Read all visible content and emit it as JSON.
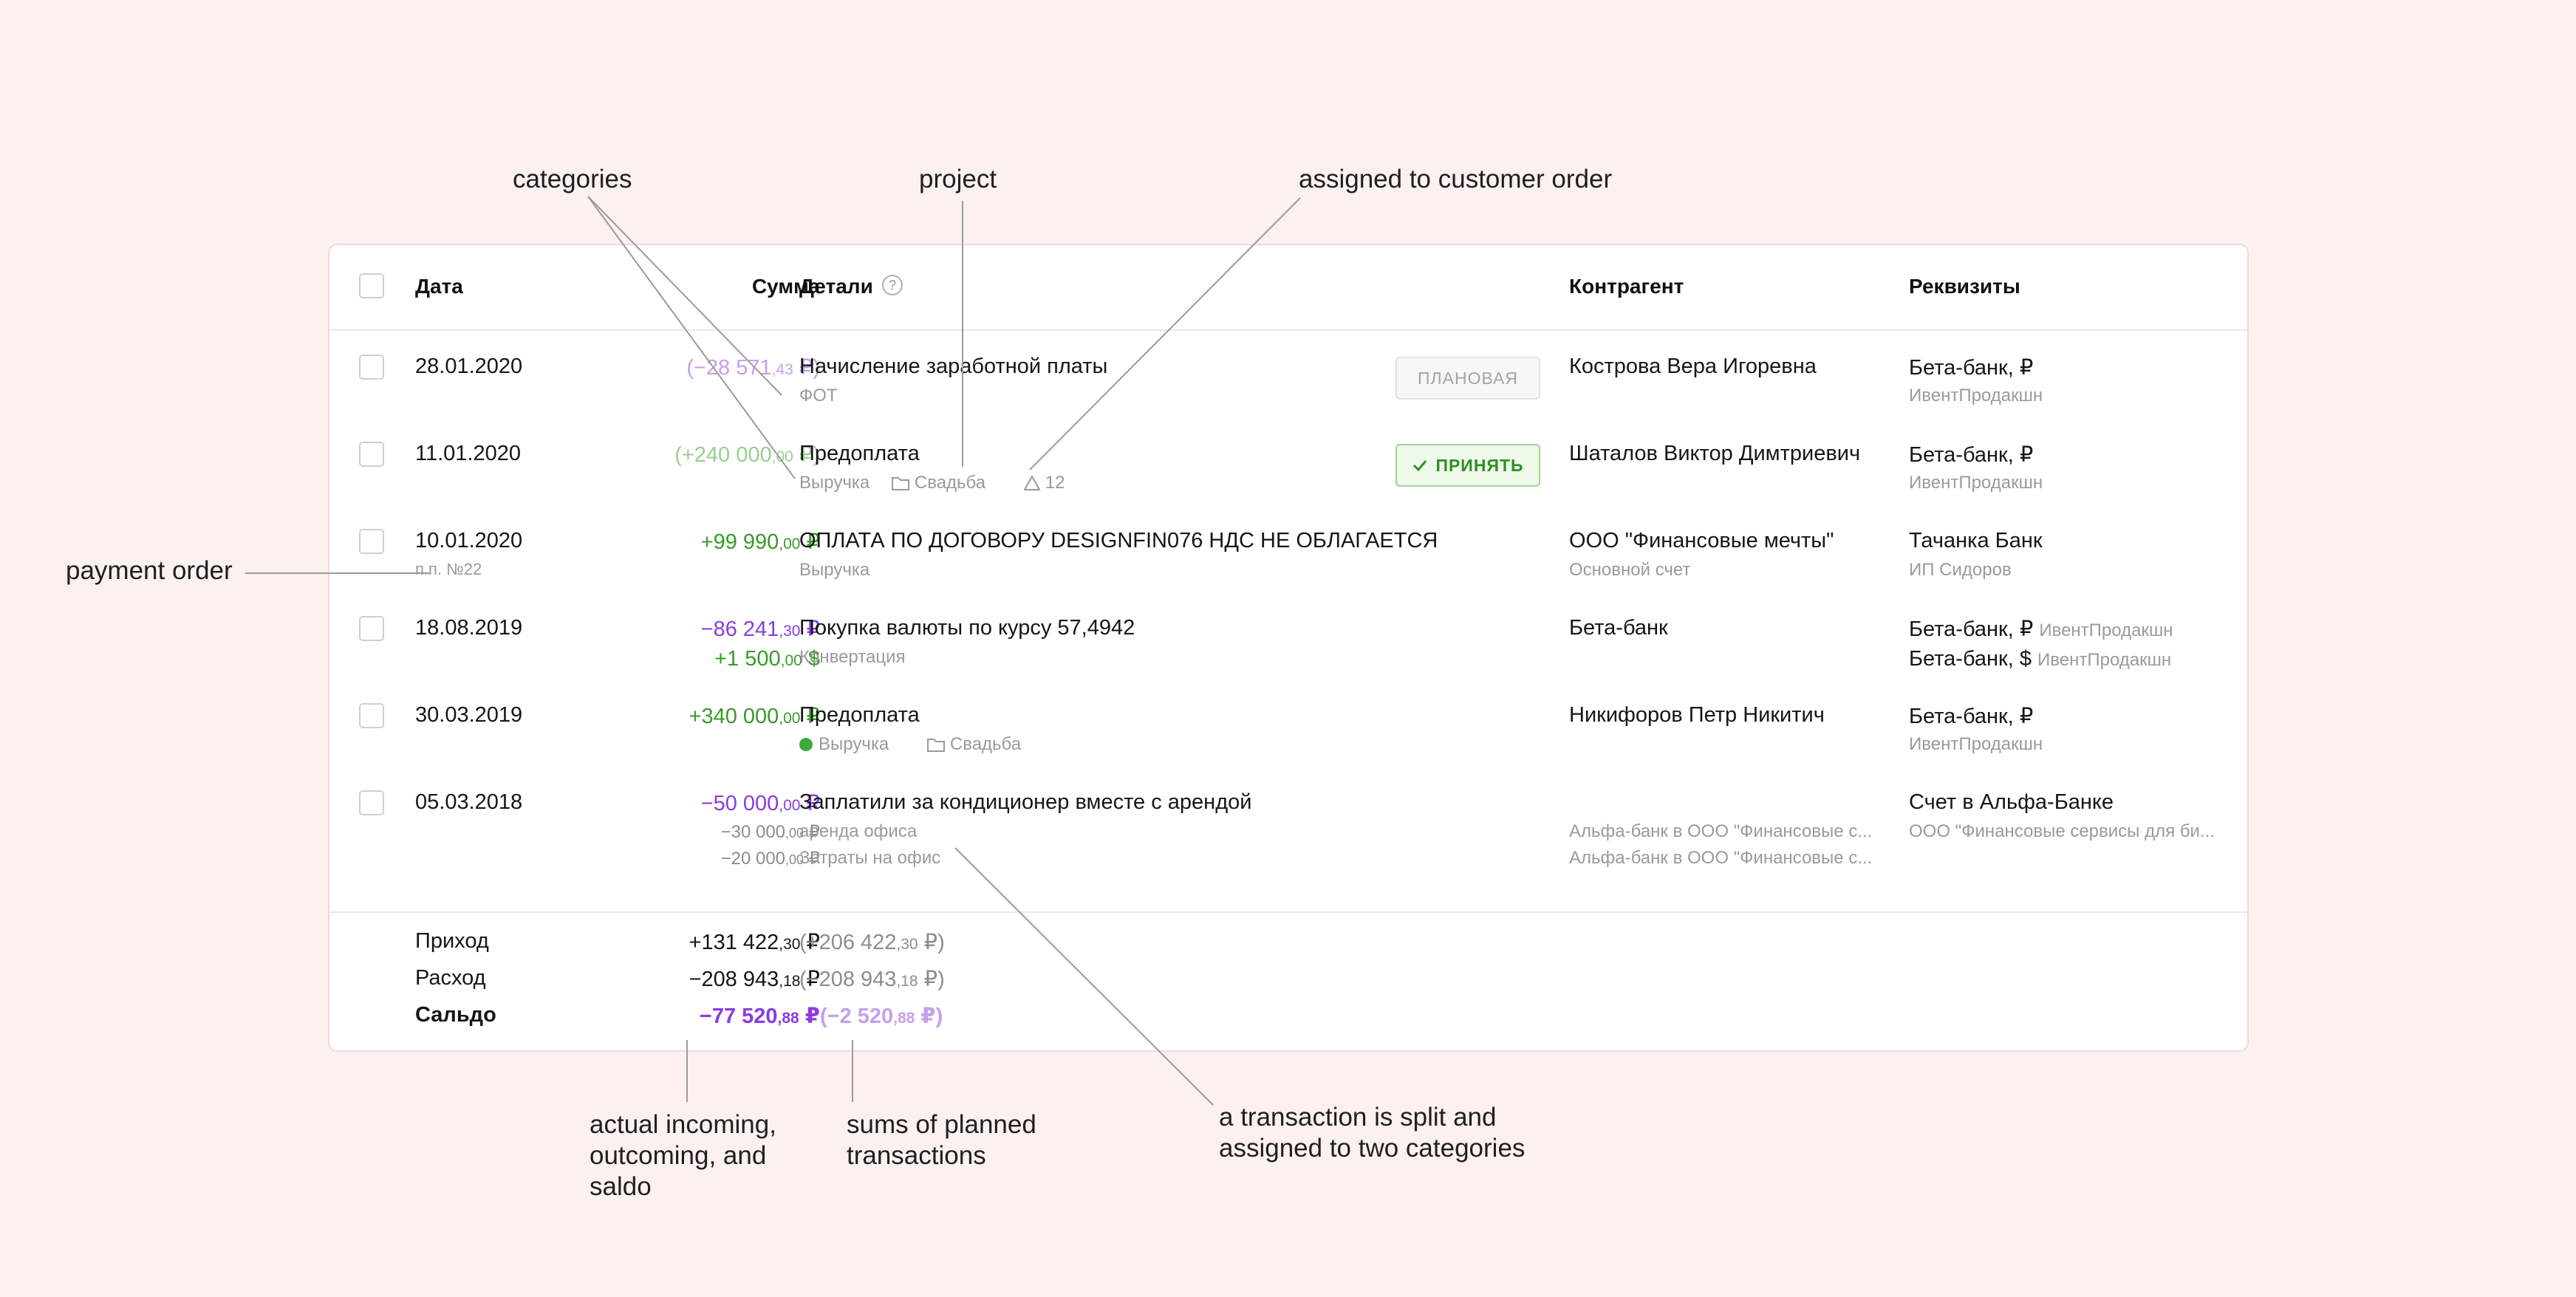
{
  "callouts": {
    "categories": "categories",
    "project": "project",
    "customer_order": "assigned to customer order",
    "payment_order": "payment order",
    "actual_1": "actual incoming,",
    "actual_2": "outcoming, and",
    "actual_3": "saldo",
    "planned_1": "sums of planned",
    "planned_2": "transactions",
    "split_1": "a transaction is split and",
    "split_2": "assigned to two categories"
  },
  "table": {
    "headers": {
      "date": "Дата",
      "amount": "Сумма",
      "details": "Детали",
      "help": "?",
      "counterparty": "Контрагент",
      "requisites": "Реквизиты"
    },
    "rows": [
      {
        "date": "28.01.2020",
        "amount": {
          "main": "(−28 571",
          "cents": ",43",
          "cur": " ₽)"
        },
        "title": "Начисление заработной платы",
        "category": "ФОТ",
        "status": "ПЛАНОВАЯ",
        "counterparty": "Кострова Вера Игоревна",
        "req_main": "Бета-банк, ₽",
        "req_sub": "ИвентПродакшн"
      },
      {
        "date": "11.01.2020",
        "amount": {
          "main": "(+240 000",
          "cents": ",00",
          "cur": " ₽)"
        },
        "title": "Предоплата",
        "category": "Выручка",
        "project": "Свадьба",
        "order": "12",
        "status": "ПРИНЯТЬ",
        "counterparty": "Шаталов Виктор Димтриевич",
        "req_main": "Бета-банк, ₽",
        "req_sub": "ИвентПродакшн"
      },
      {
        "date": "10.01.2020",
        "payment_order": "п.п. №22",
        "amount": {
          "main": "+99 990",
          "cents": ",00",
          "cur": " ₽"
        },
        "title": "ОПЛАТА ПО ДОГОВОРУ DESIGNFIN076 НДС НЕ ОБЛАГАЕТСЯ",
        "category": "Выручка",
        "counterparty": "ООО \"Финансовые мечты\"",
        "counterparty_sub": "Основной счет",
        "req_main": "Тачанка Банк",
        "req_sub": "ИП Сидоров"
      },
      {
        "date": "18.08.2019",
        "amount": {
          "main": "−86 241",
          "cents": ",30",
          "cur": " ₽"
        },
        "amount2": {
          "main": "+1 500",
          "cents": ",00",
          "cur": " $"
        },
        "title": "Покупка валюты по курсу 57,4942",
        "category": "Конвертация",
        "counterparty": "Бета-банк",
        "req_main": "Бета-банк, ₽",
        "req_main_tail": "ИвентПродакшн",
        "req_main2": "Бета-банк, $",
        "req_main2_tail": "ИвентПродакшн"
      },
      {
        "date": "30.03.2019",
        "amount": {
          "main": "+340 000",
          "cents": ",00",
          "cur": " ₽"
        },
        "title": "Предоплата",
        "category": "Выручка",
        "project": "Свадьба",
        "counterparty": "Никифоров Петр Никитич",
        "req_main": "Бета-банк, ₽",
        "req_sub": "ИвентПродакшн"
      },
      {
        "date": "05.03.2018",
        "amount": {
          "main": "−50 000",
          "cents": ",00",
          "cur": " ₽"
        },
        "split1": {
          "main": "−30 000",
          "cents": ",00",
          "cur": " ₽"
        },
        "split2": {
          "main": "−20 000",
          "cents": ",00",
          "cur": " ₽"
        },
        "title": "Заплатили за кондиционер вместе с арендой",
        "category": "аренда офиса",
        "category2": "Затраты на офис",
        "counterparty_sub": "Альфа-банк в ООО \"Финансовые с...",
        "counterparty_sub2": "Альфа-банк в ООО \"Финансовые с...",
        "req_main": "Счет в Альфа-Банке",
        "req_sub": "ООО \"Финансовые сервисы для би..."
      }
    ],
    "totals": {
      "income_label": "Приход",
      "income": {
        "main": "+131 422",
        "cents": ",30",
        "cur": " ₽"
      },
      "income_plan": {
        "main": "(+206 422",
        "cents": ",30",
        "cur": " ₽)"
      },
      "expense_label": "Расход",
      "expense": {
        "main": "−208 943",
        "cents": ",18",
        "cur": " ₽"
      },
      "expense_plan": {
        "main": "(−208 943",
        "cents": ",18",
        "cur": " ₽)"
      },
      "saldo_label": "Сальдо",
      "saldo": {
        "main": "−77 520",
        "cents": ",88",
        "cur": " ₽"
      },
      "saldo_plan": {
        "main": "(−2 520",
        "cents": ",88",
        "cur": " ₽)"
      }
    }
  },
  "colors": {
    "background": "#fcf1ef",
    "expense": "#8a3ce0",
    "income": "#3a9a2a",
    "planned_expense": "#c4a0ec",
    "planned_income": "#98cf90"
  }
}
